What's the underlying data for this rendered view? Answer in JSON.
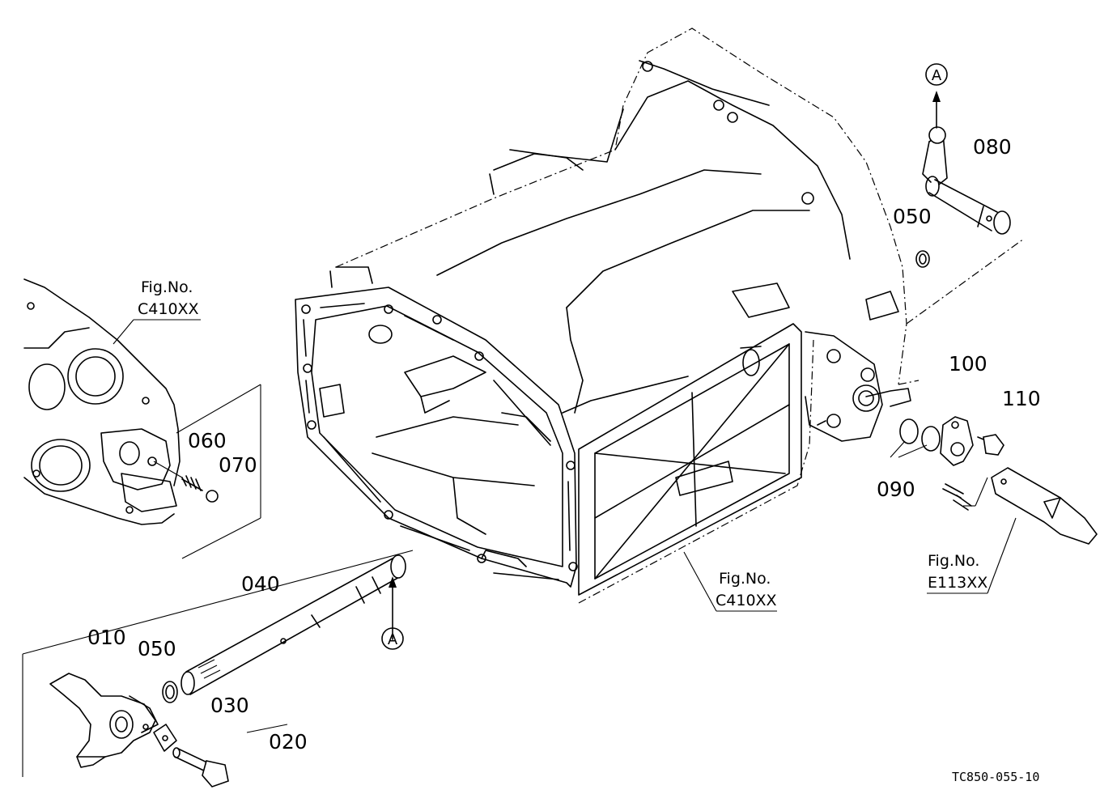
{
  "parts": [
    {
      "id": "010",
      "label": "010",
      "name": "shift-fork"
    },
    {
      "id": "020",
      "label": "020",
      "name": "bolt"
    },
    {
      "id": "030",
      "label": "030",
      "name": "lock-plate"
    },
    {
      "id": "040",
      "label": "040",
      "name": "shift-rod"
    },
    {
      "id": "050a",
      "label": "050",
      "name": "snap-ring-rod"
    },
    {
      "id": "050b",
      "label": "050",
      "name": "snap-ring-lever"
    },
    {
      "id": "060",
      "label": "060",
      "name": "spring"
    },
    {
      "id": "070",
      "label": "070",
      "name": "ball"
    },
    {
      "id": "080",
      "label": "080",
      "name": "shift-lever-shaft"
    },
    {
      "id": "090",
      "label": "090",
      "name": "o-rings"
    },
    {
      "id": "100",
      "label": "100",
      "name": "plate"
    },
    {
      "id": "110",
      "label": "110",
      "name": "bolt-plate"
    }
  ],
  "references": [
    {
      "line1": "Fig.No.",
      "line2": "C410XX"
    },
    {
      "line1": "Fig.No.",
      "line2": "C410XX"
    },
    {
      "line1": "Fig.No.",
      "line2": "E113XX"
    }
  ],
  "connectors": {
    "a_upper": "A",
    "a_lower": "A"
  },
  "drawing_code": "TC850-055-10"
}
